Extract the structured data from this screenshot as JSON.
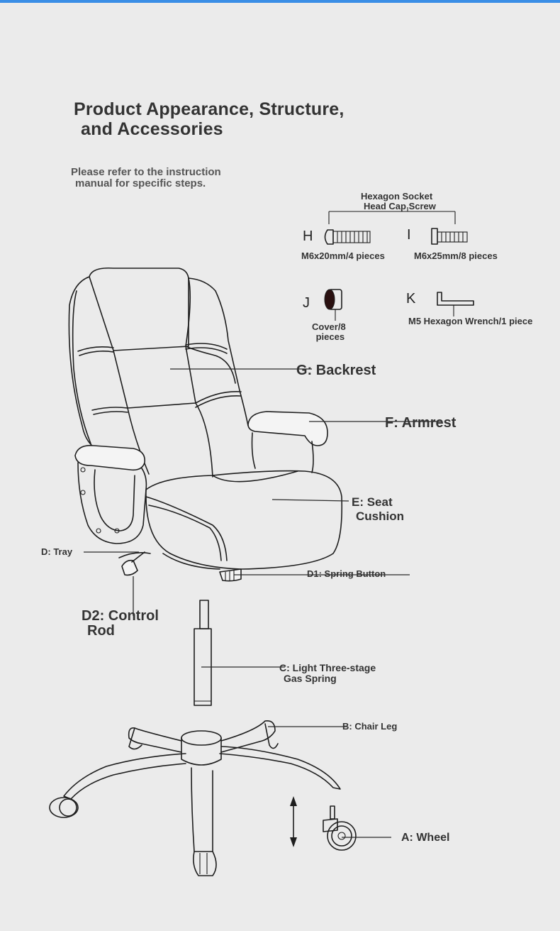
{
  "title": {
    "line1": "Product Appearance, Structure,",
    "line2": "and Accessories"
  },
  "note": {
    "line1": "Please refer to the instruction",
    "line2": "manual for specific steps."
  },
  "screws": {
    "header_line1": "Hexagon Socket",
    "header_line2": "Head Cap Screw"
  },
  "accessories": {
    "H": {
      "letter": "H",
      "desc": "M6x20mm/4 pieces"
    },
    "I": {
      "letter": "I",
      "desc": "M6x25mm/8 pieces"
    },
    "J": {
      "letter": "J",
      "desc_line1": "Cover/8",
      "desc_line2": "pieces"
    },
    "K": {
      "letter": "K",
      "desc": "M5 Hexagon Wrench/1 piece"
    }
  },
  "parts": {
    "G": "G: Backrest",
    "F": "F: Armrest",
    "E_line1": "E: Seat",
    "E_line2": "Cushion",
    "D": "D: Tray",
    "D1": "D1: Spring Button",
    "D2_line1": "D2: Control",
    "D2_line2": "Rod",
    "C_line1": "C: Light Three-stage",
    "C_line2": "Gas Spring",
    "B": "B: Chair Leg",
    "A": "A: Wheel"
  },
  "colors": {
    "background": "#ebebeb",
    "top_bar": "#3a8ee6",
    "text": "#333333",
    "line_art": "#1e1e1e"
  }
}
